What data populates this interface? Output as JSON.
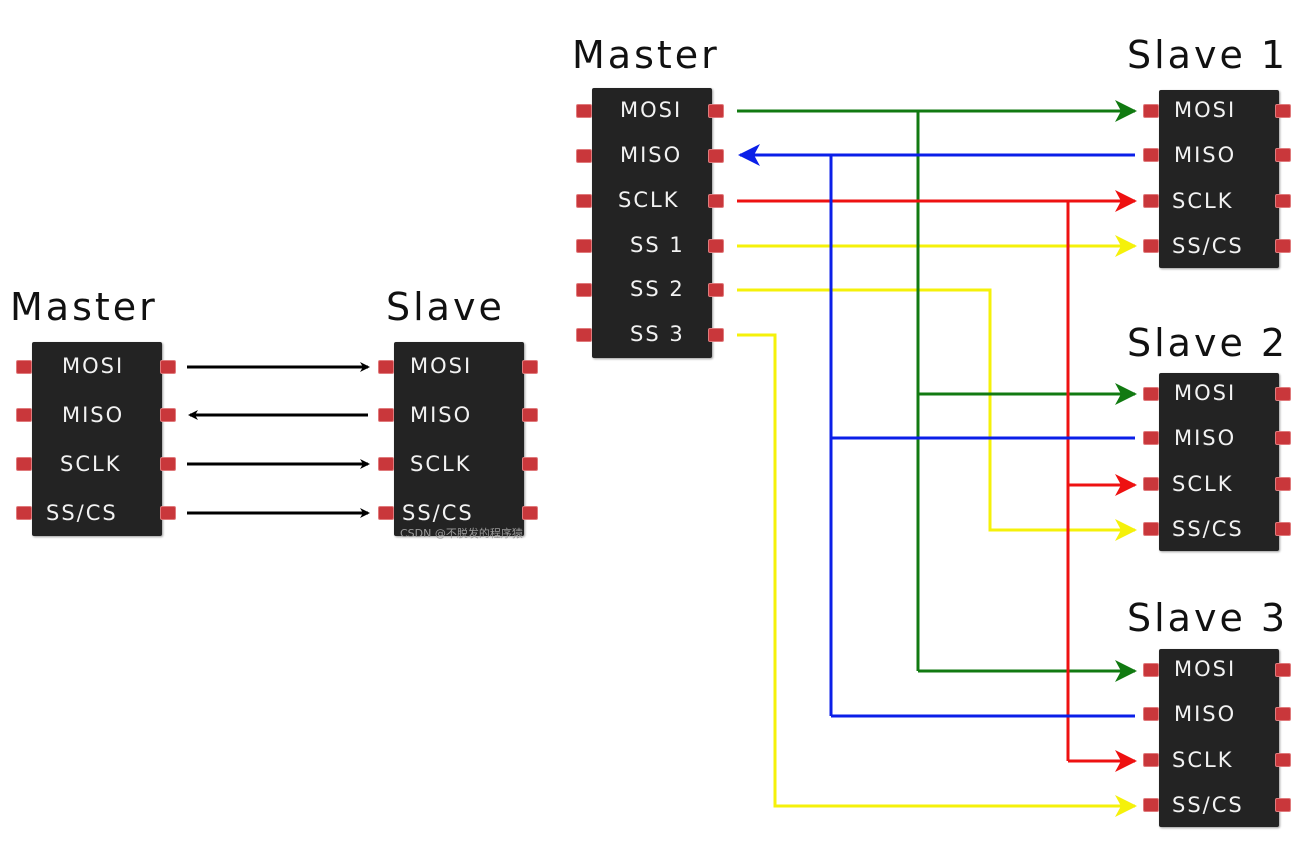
{
  "simple": {
    "master_title": "Master",
    "slave_title": "Slave",
    "master_pins": [
      "MOSI",
      "MISO",
      "SCLK",
      "SS/CS"
    ],
    "slave_pins": [
      "MOSI",
      "MISO",
      "SCLK",
      "SS/CS"
    ]
  },
  "multi": {
    "master_title": "Master",
    "master_pins": [
      "MOSI",
      "MISO",
      "SCLK",
      "SS 1",
      "SS 2",
      "SS 3"
    ],
    "slaves": [
      {
        "title": "Slave 1",
        "pins": [
          "MOSI",
          "MISO",
          "SCLK",
          "SS/CS"
        ]
      },
      {
        "title": "Slave 2",
        "pins": [
          "MOSI",
          "MISO",
          "SCLK",
          "SS/CS"
        ]
      },
      {
        "title": "Slave 3",
        "pins": [
          "MOSI",
          "MISO",
          "SCLK",
          "SS/CS"
        ]
      }
    ]
  },
  "watermark": "CSDN @不脱发的程序猿",
  "colors": {
    "mosi": "#117a11",
    "miso": "#0b1fe8",
    "sclk": "#ee1111",
    "ss": "#f5f10a",
    "simple_wire": "#000000",
    "chip_body": "#232323",
    "pin": "#c9373b"
  }
}
